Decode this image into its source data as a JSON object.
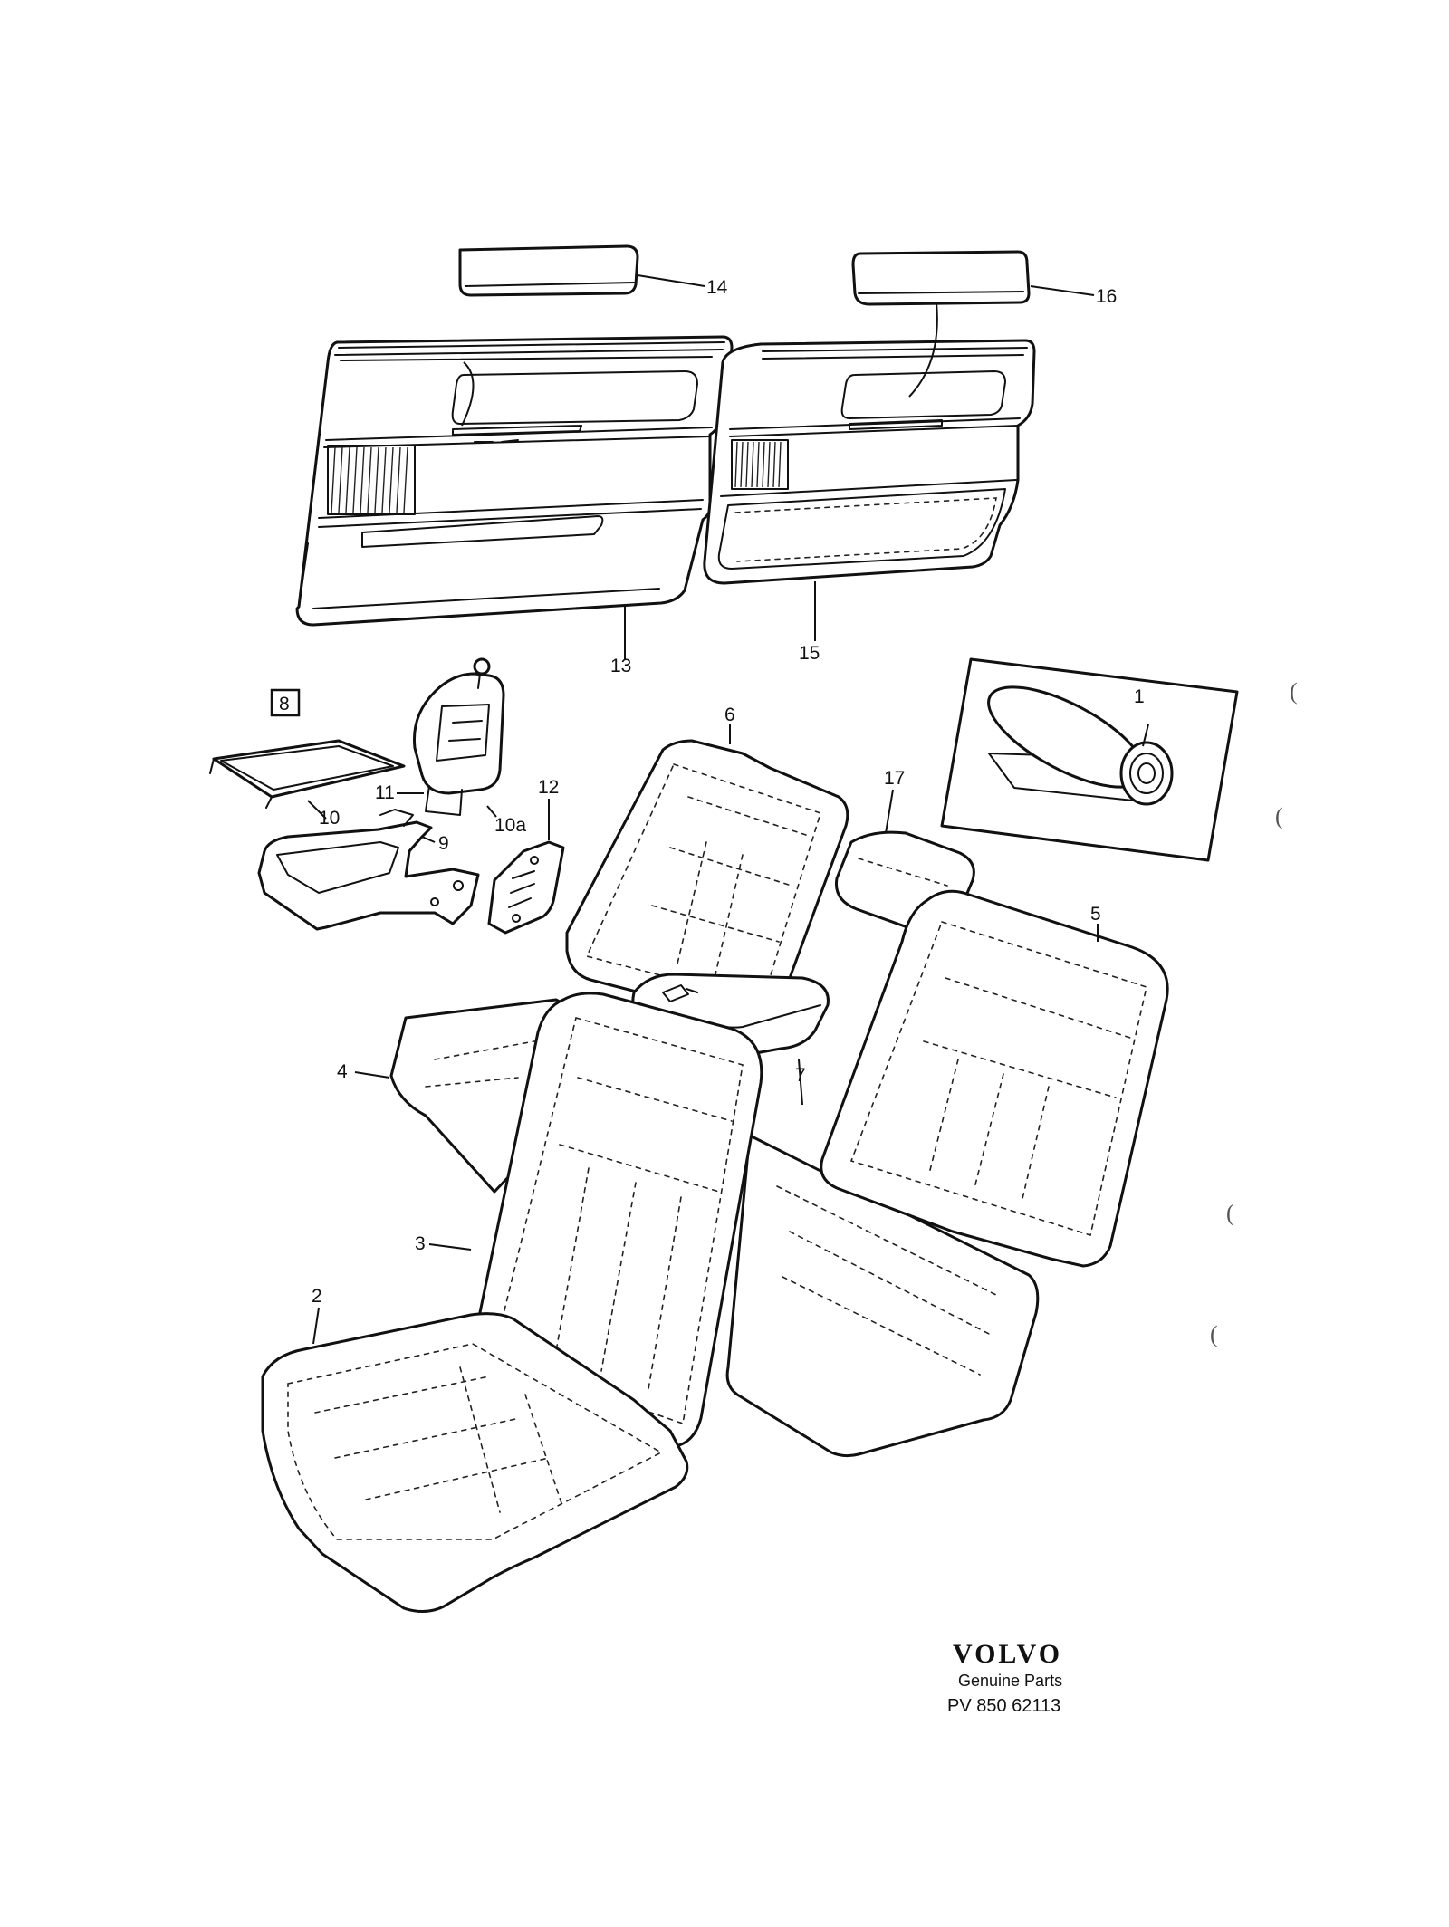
{
  "callouts": {
    "c1": "1",
    "c2": "2",
    "c3": "3",
    "c4": "4",
    "c5": "5",
    "c6": "6",
    "c7": "7",
    "c8": "8",
    "c9": "9",
    "c10": "10",
    "c10a": "10a",
    "c11": "11",
    "c12": "12",
    "c13": "13",
    "c14": "14",
    "c15": "15",
    "c16": "16",
    "c17": "17"
  },
  "branding": {
    "logo": "VOLVO",
    "subtitle": "Genuine Parts",
    "code": "PV 850 62113"
  },
  "margin_marks": [
    "(",
    "(",
    "(",
    "("
  ]
}
